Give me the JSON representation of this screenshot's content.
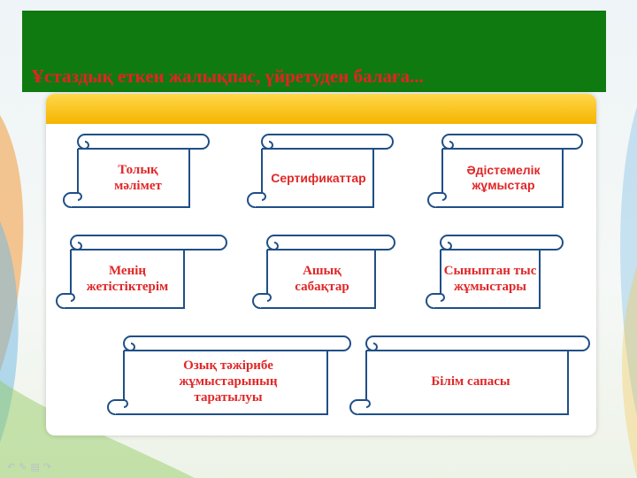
{
  "banner": {
    "title": "Ұстаздық еткен жалықпас, үйретуден балаға...",
    "color": "#0f7a10",
    "title_color": "#e32323"
  },
  "panel": {
    "top_color": "#f5b400"
  },
  "scrolls": [
    {
      "label": "Толық мәлімет"
    },
    {
      "label": "Сертификаттар"
    },
    {
      "label": "Әдістемелік жұмыстар"
    },
    {
      "label": "Менің жетістіктерім"
    },
    {
      "label": "Ашық сабақтар"
    },
    {
      "label": "Сыныптан тыс жұмыстары"
    },
    {
      "label": "Озық тәжірибе жұмыстарының таратылуы"
    },
    {
      "label": "Білім сапасы"
    }
  ],
  "bottom_icons": [
    "undo-arrow-icon",
    "pencil-icon",
    "menu-icon",
    "redo-arrow-icon"
  ]
}
